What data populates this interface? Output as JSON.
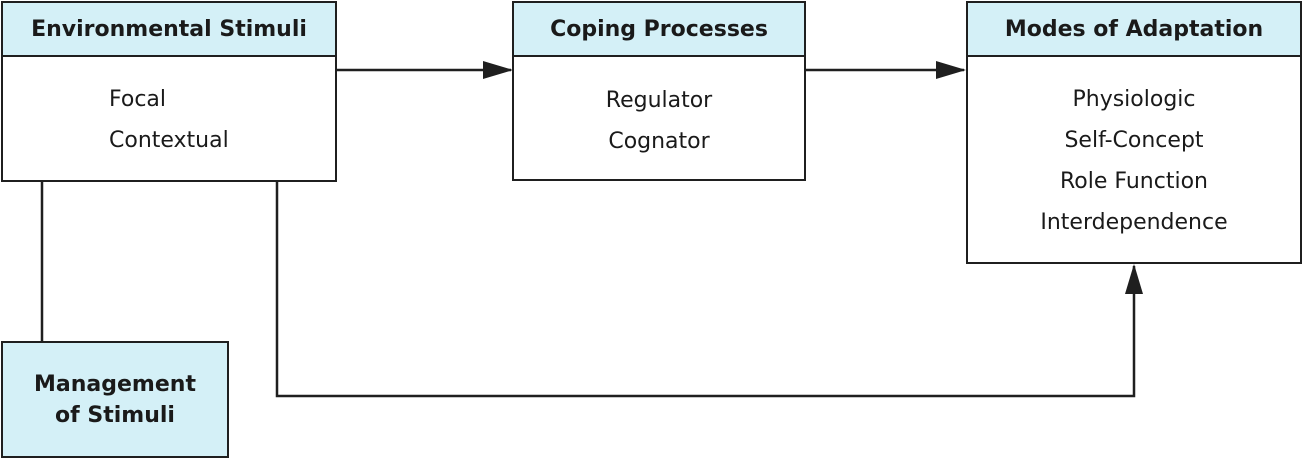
{
  "environmental_stimuli": {
    "title": "Environmental Stimuli",
    "items": [
      "Focal",
      "Contextual"
    ]
  },
  "coping_processes": {
    "title": "Coping Processes",
    "items": [
      "Regulator",
      "Cognator"
    ]
  },
  "modes_of_adaptation": {
    "title": "Modes of Adaptation",
    "items": [
      "Physiologic",
      "Self-Concept",
      "Role Function",
      "Interdependence"
    ]
  },
  "management_of_stimuli": {
    "lines": [
      "Management",
      "of Stimuli"
    ]
  },
  "colors": {
    "header_fill": "#d4f0f7",
    "line": "#1f1f1f"
  }
}
